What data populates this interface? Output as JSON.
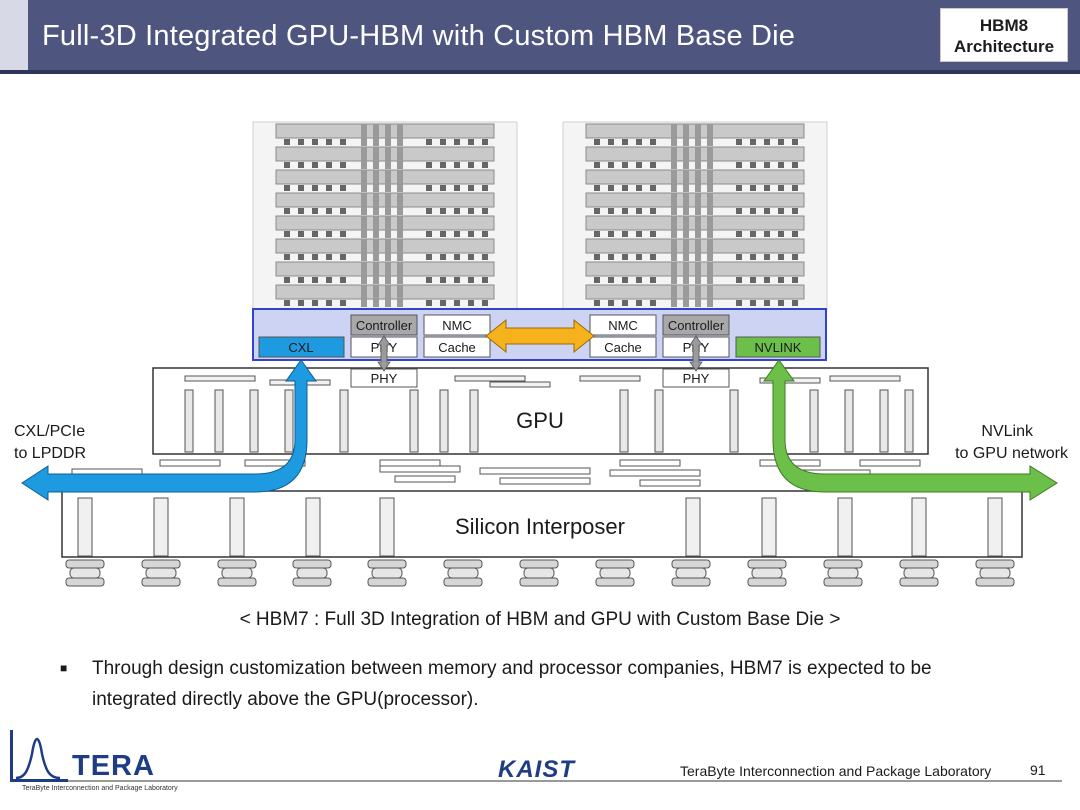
{
  "header": {
    "title": "Full-3D Integrated GPU-HBM with Custom HBM Base Die",
    "badge_line1": "HBM8",
    "badge_line2": "Architecture"
  },
  "diagram": {
    "base_die": {
      "left": {
        "interface": "CXL",
        "controller": "Controller",
        "phy": "PHY",
        "nmc": "NMC",
        "cache": "Cache"
      },
      "right": {
        "interface": "NVLINK",
        "controller": "Controller",
        "phy": "PHY",
        "nmc": "NMC",
        "cache": "Cache"
      }
    },
    "gpu_phy_left": "PHY",
    "gpu_phy_right": "PHY",
    "gpu_label": "GPU",
    "interposer_label": "Silicon Interposer",
    "left_arrow_line1": "CXL/PCIe",
    "left_arrow_line2": "to LPDDR",
    "right_arrow_line1": "NVLink",
    "right_arrow_line2": "to GPU network",
    "colors": {
      "cxl": "#1e9be0",
      "nvlink": "#6cc04a",
      "nmc_arrow": "#f5b21c",
      "base_die_border": "#3344cc"
    }
  },
  "caption": "< HBM7 : Full 3D Integration of HBM and GPU with Custom Base Die >",
  "bullet": {
    "line1": "Through design customization between memory and processor companies, HBM7 is expected to be",
    "line2": "integrated directly above the GPU(processor)."
  },
  "footer": {
    "logo_text": "TERA",
    "logo_subtext": "TeraByte Interconnection and Package Laboratory",
    "university": "KAIST",
    "lab": "TeraByte Interconnection and Package Laboratory",
    "page": "91"
  }
}
